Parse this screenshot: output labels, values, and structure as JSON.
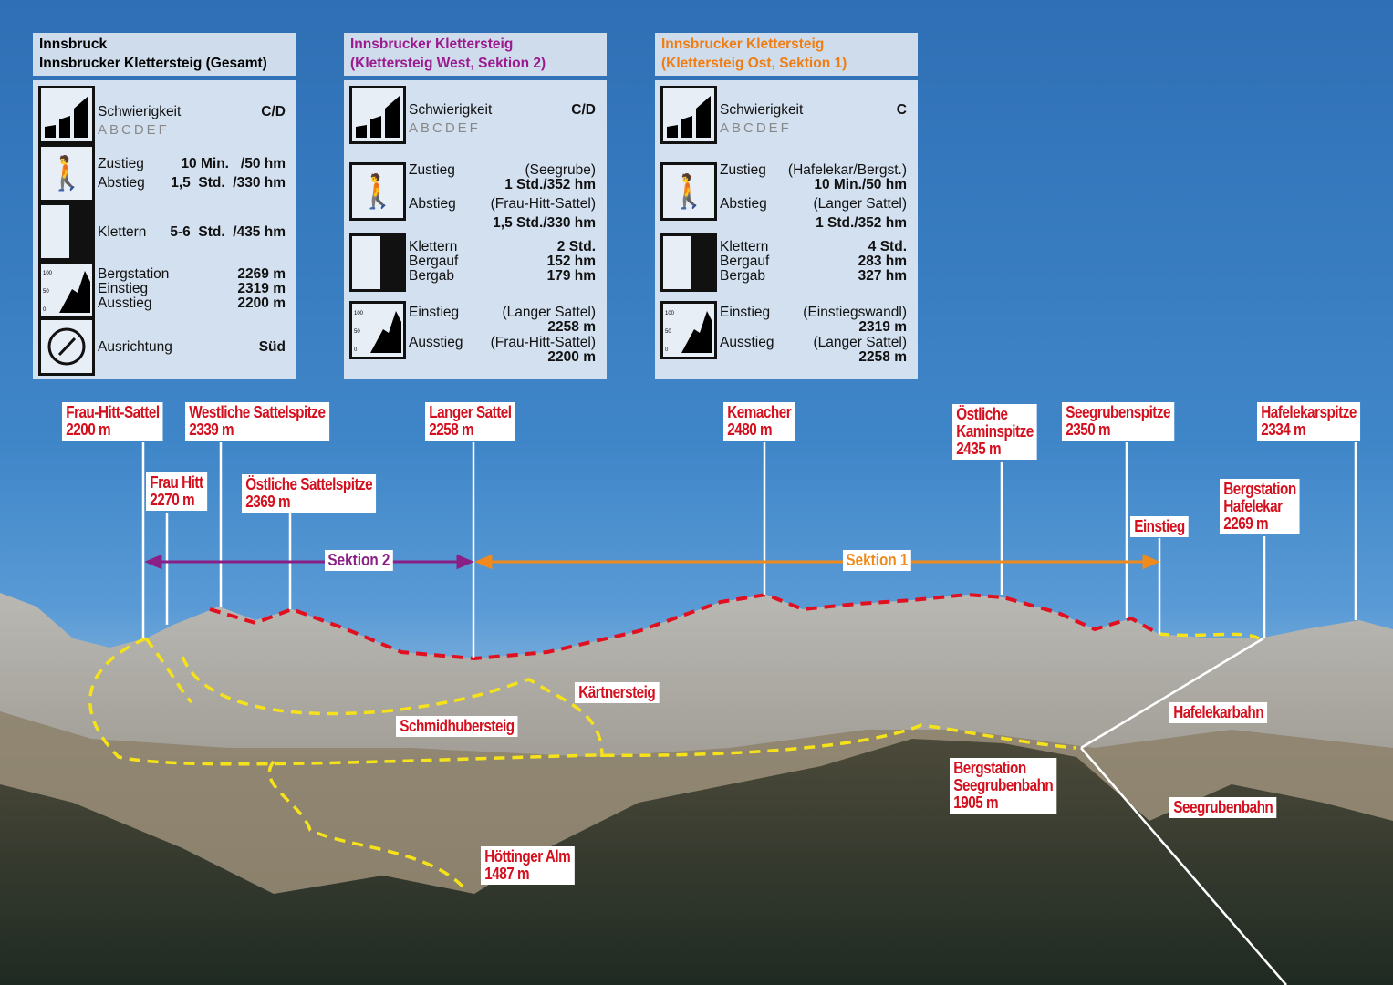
{
  "panels": [
    {
      "title1": "Innsbruck",
      "title2": "Innsbrucker Klettersteig (Gesamt)",
      "color": "#111111",
      "difficulty_label": "Schwierigkeit",
      "difficulty_scale": "ABCDEF",
      "difficulty": "C/D",
      "zustieg": "Zustieg",
      "zustieg_val": "10 Min.   /50 hm",
      "abstieg": "Abstieg",
      "abstieg_val": "1,5  Std.  /330 hm",
      "klettern": "Klettern",
      "klettern_val": "5-6  Std.  /435 hm",
      "heights": [
        {
          "label": "Bergstation",
          "value": "2269 m"
        },
        {
          "label": "Einstieg",
          "value": "2319 m"
        },
        {
          "label": "Ausstieg",
          "value": "2200 m"
        }
      ],
      "ausrichtung": "Ausrichtung",
      "ausrichtung_val": "Süd"
    },
    {
      "title1": "Innsbrucker Klettersteig",
      "title2": "(Klettersteig West, Sektion 2)",
      "color": "#9b1a8e",
      "difficulty_label": "Schwierigkeit",
      "difficulty_scale": "ABCDEF",
      "difficulty": "C/D",
      "zustieg": "Zustieg",
      "zustieg_note": "(Seegrube)",
      "zustieg_val": "1 Std./352 hm",
      "abstieg": "Abstieg",
      "abstieg_note": "(Frau-Hitt-Sattel)",
      "abstieg_val": "1,5 Std./330 hm",
      "climb": [
        {
          "label": "Klettern",
          "value": "2 Std."
        },
        {
          "label": "Bergauf",
          "value": "152 hm"
        },
        {
          "label": "Bergab",
          "value": "179 hm"
        }
      ],
      "einstieg": "Einstieg",
      "einstieg_note": "(Langer Sattel)",
      "einstieg_val": "2258 m",
      "ausstieg": "Ausstieg",
      "ausstieg_note": "(Frau-Hitt-Sattel)",
      "ausstieg_val": "2200 m"
    },
    {
      "title1": "Innsbrucker Klettersteig",
      "title2": "(Klettersteig Ost, Sektion 1)",
      "color": "#f07d12",
      "difficulty_label": "Schwierigkeit",
      "difficulty_scale": "ABCDEF",
      "difficulty": "C",
      "zustieg": "Zustieg",
      "zustieg_note": "(Hafelekar/Bergst.)",
      "zustieg_val": "10 Min./50 hm",
      "abstieg": "Abstieg",
      "abstieg_note": "(Langer Sattel)",
      "abstieg_val": "1 Std./352 hm",
      "climb": [
        {
          "label": "Klettern",
          "value": "4 Std."
        },
        {
          "label": "Bergauf",
          "value": "283 hm"
        },
        {
          "label": "Bergab",
          "value": "327 hm"
        }
      ],
      "einstieg": "Einstieg",
      "einstieg_note": "(Einstiegswandl)",
      "einstieg_val": "2319 m",
      "ausstieg": "Ausstieg",
      "ausstieg_note": "(Langer Sattel)",
      "ausstieg_val": "2258 m"
    }
  ],
  "profile_axis": [
    "100",
    "50",
    "0"
  ],
  "peaks": [
    {
      "name": "Frau-Hitt-Sattel",
      "alt": "2200 m"
    },
    {
      "name": "Westliche Sattelspitze",
      "alt": "2339 m"
    },
    {
      "name": "Langer Sattel",
      "alt": "2258 m"
    },
    {
      "name": "Kemacher",
      "alt": "2480 m"
    },
    {
      "name": "Östliche",
      "name2": "Kaminspitze",
      "alt": "2435 m"
    },
    {
      "name": "Seegrubenspitze",
      "alt": "2350 m"
    },
    {
      "name": "Hafelekarspitze",
      "alt": "2334 m"
    },
    {
      "name": "Frau Hitt",
      "alt": "2270 m"
    },
    {
      "name": "Östliche Sattelspitze",
      "alt": "2369 m"
    },
    {
      "name": "Bergstation",
      "name2": "Hafelekar",
      "alt": "2269 m"
    },
    {
      "name": "Einstieg"
    },
    {
      "name": "Bergstation",
      "name2": "Seegrubenbahn",
      "alt": "1905 m"
    },
    {
      "name": "Höttinger Alm",
      "alt": "1487 m"
    }
  ],
  "places": {
    "kaertnersteig": "Kärtnersteig",
    "schmidhubersteig": "Schmidhubersteig",
    "hafelekarbahn": "Hafelekarbahn",
    "seegrubenbahn": "Seegrubenbahn"
  },
  "sections": {
    "s2": "Sektion 2",
    "s1": "Sektion 1",
    "s2_color": "#8a1f86",
    "s1_color": "#f08a1a"
  },
  "colors": {
    "ridge": "#e01020",
    "path": "#f5e21a"
  }
}
